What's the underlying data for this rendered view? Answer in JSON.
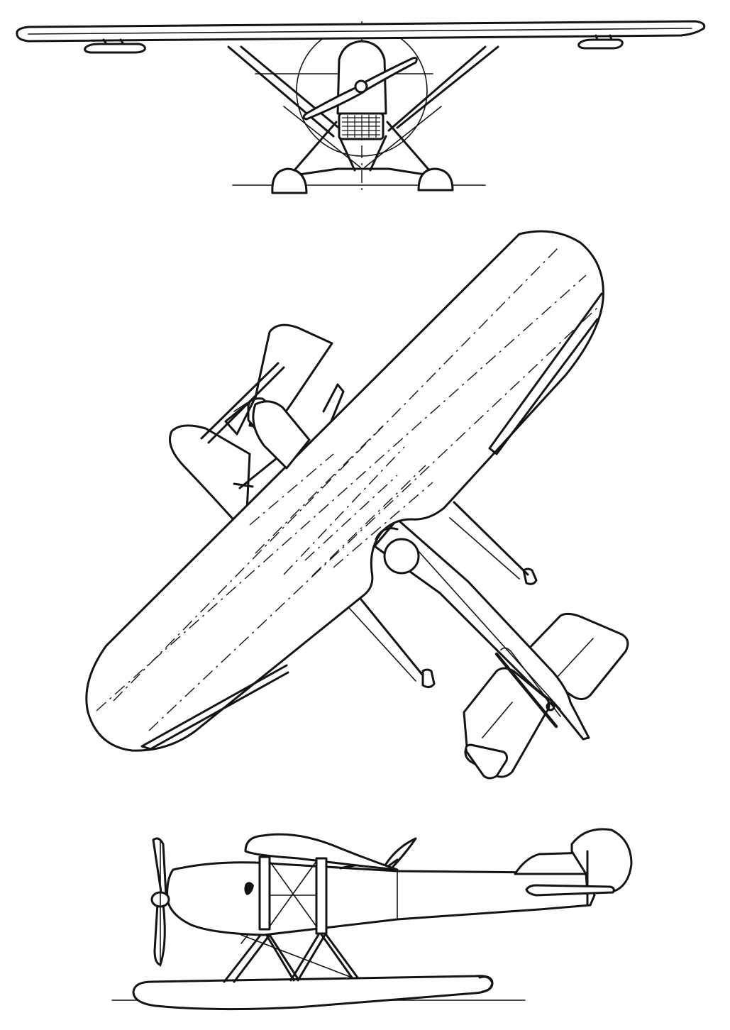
{
  "image": {
    "views": [
      {
        "id": "front-view"
      },
      {
        "id": "plan-view"
      },
      {
        "id": "side-view"
      }
    ]
  },
  "colors": {
    "ink": "#141414",
    "paper": "#ffffff"
  }
}
